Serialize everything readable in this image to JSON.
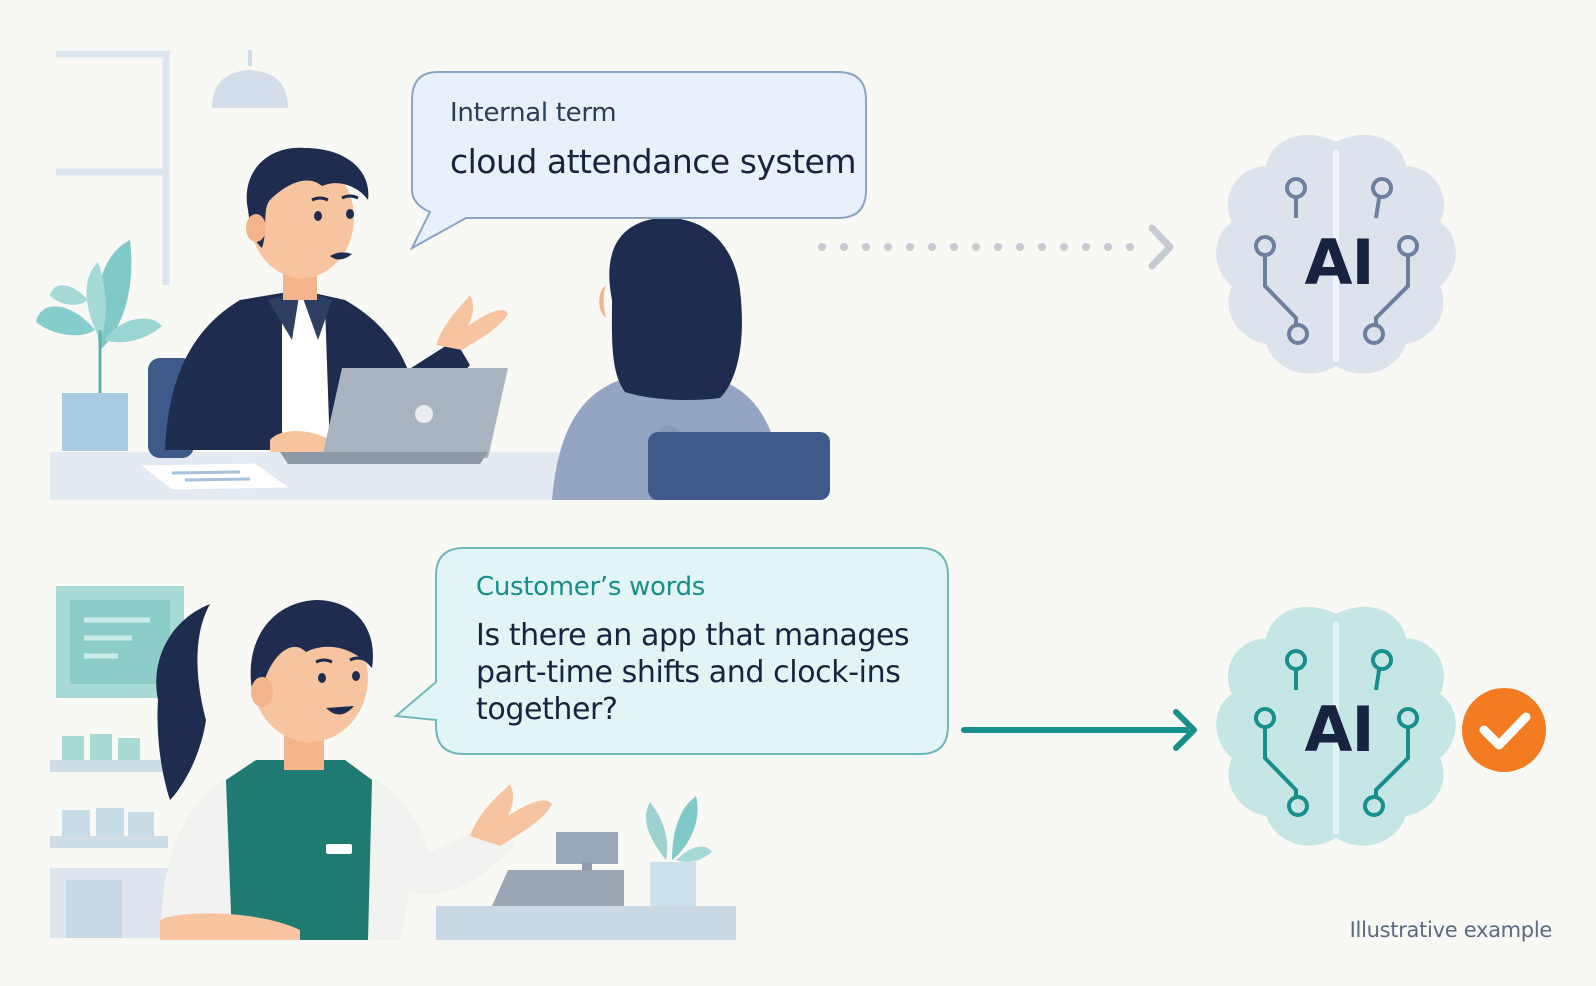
{
  "top_scene": {
    "bubble": {
      "label": "Internal term",
      "term": "cloud attendance system"
    },
    "ai_label": "AI",
    "arrow_style": "dotted-gray"
  },
  "bottom_scene": {
    "bubble": {
      "label": "Customer’s words",
      "text": "Is there an app that manages part-time shifts and clock-ins together?"
    },
    "ai_label": "AI",
    "arrow_style": "solid-teal",
    "status": "checkmark"
  },
  "caption": "Illustrative example",
  "colors": {
    "background": "#f8f8f5",
    "navy": "#1e2d4f",
    "teal": "#178f8a",
    "gray_brain": "#dde3ec",
    "teal_brain": "#c6e6e6",
    "orange_check": "#f47c20"
  }
}
